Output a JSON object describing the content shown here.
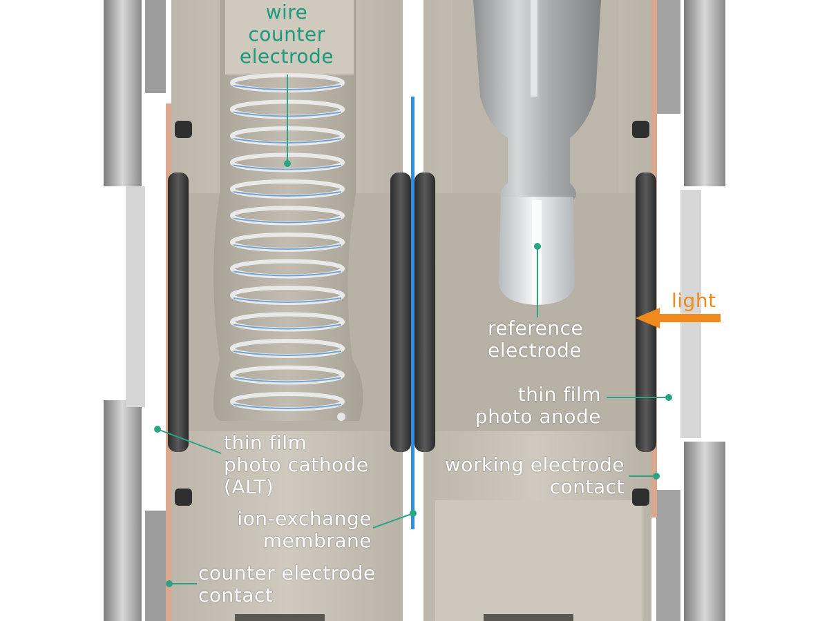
{
  "colors": {
    "cell_body": "#c9c3b8",
    "cell_body_dark": "#b3ab9f",
    "membrane": "#2f8fe0",
    "leader_line": "#2aa483",
    "light_arrow": "#f08a1c",
    "label_green": "#1a9a7c",
    "label_white": "#ffffff"
  },
  "labels": {
    "wire_counter_electrode": [
      "wire",
      "counter",
      "electrode"
    ],
    "reference_electrode": [
      "reference",
      "electrode"
    ],
    "light": "light",
    "thin_film_photo_anode": [
      "thin film",
      "photo anode"
    ],
    "thin_film_photo_cathode": [
      "thin film",
      "photo cathode",
      "(ALT)"
    ],
    "working_electrode_contact": [
      "working electrode",
      "contact"
    ],
    "ion_exchange_membrane": [
      "ion-exchange",
      "membrane"
    ],
    "counter_electrode_contact": [
      "counter electrode",
      "contact"
    ]
  }
}
